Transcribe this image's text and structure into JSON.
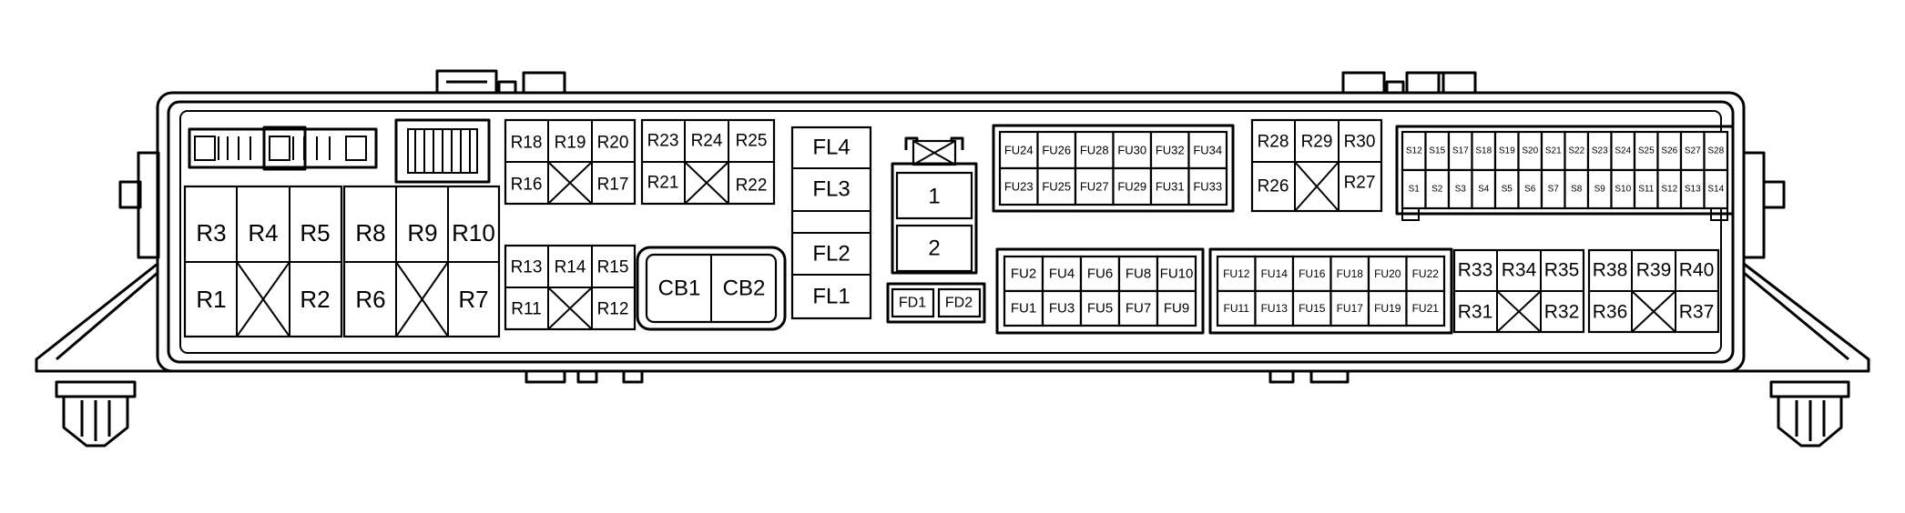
{
  "relays": {
    "r3": "R3",
    "r4": "R4",
    "r5": "R5",
    "r1": "R1",
    "r2": "R2",
    "r8": "R8",
    "r9": "R9",
    "r10": "R10",
    "r6": "R6",
    "r7": "R7",
    "r18": "R18",
    "r19": "R19",
    "r20": "R20",
    "r16": "R16",
    "r17": "R17",
    "r13": "R13",
    "r14": "R14",
    "r15": "R15",
    "r11": "R11",
    "r12": "R12",
    "r23": "R23",
    "r24": "R24",
    "r25": "R25",
    "r21": "R21",
    "r22": "R22",
    "r28": "R28",
    "r29": "R29",
    "r30": "R30",
    "r26": "R26",
    "r27": "R27",
    "r33": "R33",
    "r34": "R34",
    "r35": "R35",
    "r31": "R31",
    "r32": "R32",
    "r38": "R38",
    "r39": "R39",
    "r40": "R40",
    "r36": "R36",
    "r37": "R37"
  },
  "circuit_breakers": {
    "cb1": "CB1",
    "cb2": "CB2"
  },
  "fusible_links": {
    "fl4": "FL4",
    "fl3": "FL3",
    "fl2": "FL2",
    "fl1": "FL1"
  },
  "diodes": {
    "fd1": "FD1",
    "fd2": "FD2"
  },
  "connector": {
    "pin1": "1",
    "pin2": "2"
  },
  "fuses_block_a": {
    "top": [
      "FU24",
      "FU26",
      "FU28",
      "FU30",
      "FU32",
      "FU34"
    ],
    "bottom": [
      "FU23",
      "FU25",
      "FU27",
      "FU29",
      "FU31",
      "FU33"
    ]
  },
  "fuses_block_b": {
    "top": [
      "FU2",
      "FU4",
      "FU6",
      "FU8",
      "FU10"
    ],
    "bottom": [
      "FU1",
      "FU3",
      "FU5",
      "FU7",
      "FU9"
    ]
  },
  "fuses_block_c": {
    "top": [
      "FU12",
      "FU14",
      "FU16",
      "FU18",
      "FU20",
      "FU22"
    ],
    "bottom": [
      "FU11",
      "FU13",
      "FU15",
      "FU17",
      "FU19",
      "FU21"
    ]
  },
  "spare_fuses": {
    "top": [
      "S12",
      "S15",
      "S17",
      "S18",
      "S19",
      "S20",
      "S21",
      "S22",
      "S23",
      "S24",
      "S25",
      "S26",
      "S27",
      "S28"
    ],
    "bottom": [
      "S1",
      "S2",
      "S3",
      "S4",
      "S5",
      "S6",
      "S7",
      "S8",
      "S9",
      "S10",
      "S11",
      "S12",
      "S13",
      "S14"
    ]
  }
}
